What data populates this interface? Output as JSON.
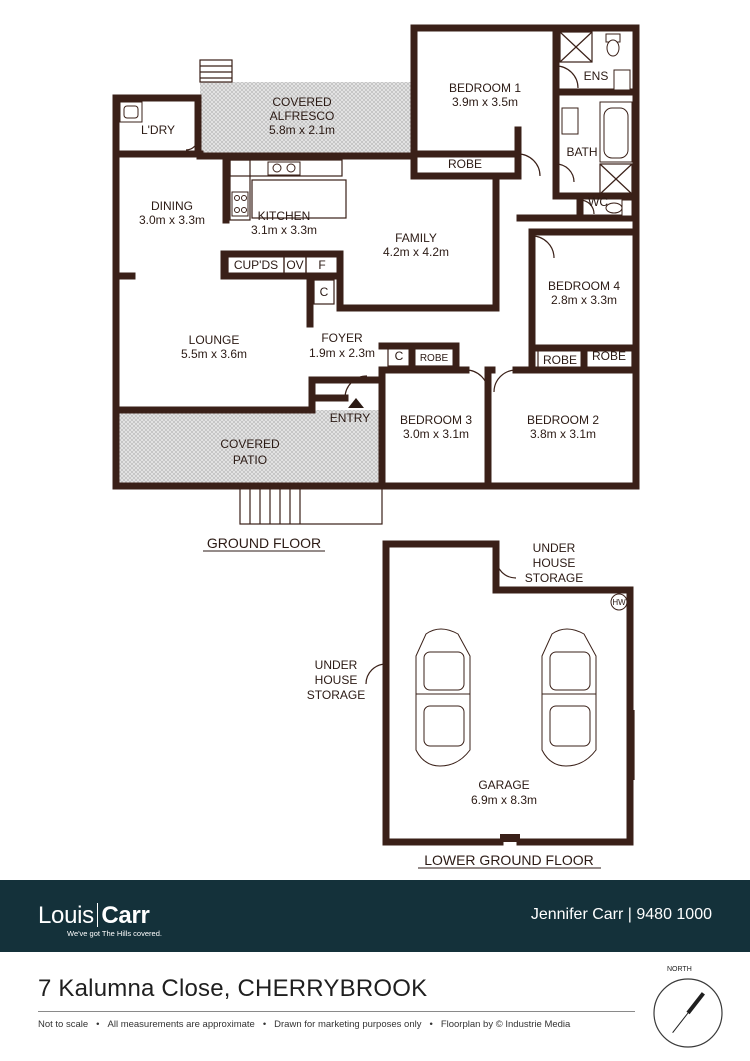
{
  "rooms": {
    "alfresco": {
      "name": "COVERED",
      "name2": "ALFRESCO",
      "size": "5.8m x 2.1m"
    },
    "laundry": {
      "name": "L'DRY"
    },
    "bedroom1": {
      "name": "BEDROOM 1",
      "size": "3.9m x 3.5m"
    },
    "ensuite": {
      "name": "ENS"
    },
    "bath": {
      "name": "BATH"
    },
    "wc": {
      "name": "WC"
    },
    "robe1": {
      "name": "ROBE"
    },
    "dining": {
      "name": "DINING",
      "size": "3.0m x 3.3m"
    },
    "kitchen": {
      "name": "KITCHEN",
      "size": "3.1m x 3.3m"
    },
    "family": {
      "name": "FAMILY",
      "size": "4.2m x 4.2m"
    },
    "cupds": {
      "name": "CUP'DS"
    },
    "ov": {
      "name": "OV"
    },
    "fridge": {
      "name": "F"
    },
    "cupboard": {
      "name": "C"
    },
    "bedroom4": {
      "name": "BEDROOM 4",
      "size": "2.8m x 3.3m"
    },
    "lounge": {
      "name": "LOUNGE",
      "size": "5.5m x 3.6m"
    },
    "foyer": {
      "name": "FOYER",
      "size": "1.9m x 2.3m"
    },
    "c2": {
      "name": "C"
    },
    "robe3": {
      "name": "ROBE"
    },
    "robe2a": {
      "name": "ROBE"
    },
    "robe2b": {
      "name": "ROBE"
    },
    "entry": {
      "name": "ENTRY"
    },
    "bedroom3": {
      "name": "BEDROOM 3",
      "size": "3.0m x 3.1m"
    },
    "bedroom2": {
      "name": "BEDROOM 2",
      "size": "3.8m x 3.1m"
    },
    "patio": {
      "name": "COVERED",
      "name2": "PATIO"
    },
    "under_house_1": {
      "l1": "UNDER",
      "l2": "HOUSE",
      "l3": "STORAGE"
    },
    "under_house_2": {
      "l1": "UNDER",
      "l2": "HOUSE",
      "l3": "STORAGE"
    },
    "hot_water": {
      "name": "HW"
    },
    "garage": {
      "name": "GARAGE",
      "size": "6.9m x 8.3m"
    }
  },
  "floors": {
    "ground": "GROUND FLOOR",
    "lower": "LOWER GROUND FLOOR"
  },
  "footer": {
    "brand_left": "Louis",
    "brand_right": "Carr",
    "tagline": "We've got The Hills covered.",
    "agent": "Jennifer Carr | 9480 1000"
  },
  "address": "7 Kalumna Close, CHERRYBROOK",
  "disclaimer": {
    "items": [
      "Not to scale",
      "All measurements are approximate",
      "Drawn for marketing purposes only",
      "Floorplan by © Industrie Media"
    ]
  },
  "compass": {
    "label": "NORTH",
    "needle_angle_deg": 38
  },
  "colors": {
    "walls": "#3a2018",
    "footer_bg": "#14313a",
    "hatch": "#c8c8c8"
  }
}
